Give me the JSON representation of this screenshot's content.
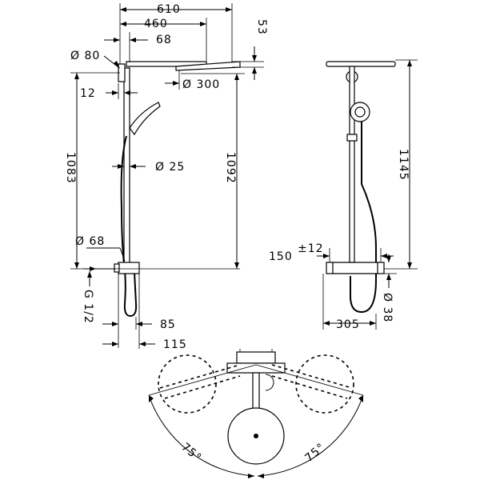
{
  "dimensions": {
    "side_view": {
      "width_610": "610",
      "width_460": "460",
      "width_68": "68",
      "dia_80": "Ø 80",
      "dia_300": "Ø 300",
      "offset_12": "12",
      "height_53": "53",
      "height_1083": "1083",
      "height_1092": "1092",
      "dia_25": "Ø 25",
      "dia_68": "Ø 68",
      "thread": "G 1/2",
      "depth_85": "85",
      "depth_115": "115"
    },
    "front_view": {
      "height_1145": "1145",
      "spacing_150": "150",
      "tolerance_12": "±12",
      "width_305": "305",
      "dia_38": "Ø 38"
    },
    "top_view": {
      "angle_left": "75°",
      "angle_right": "75°"
    }
  }
}
